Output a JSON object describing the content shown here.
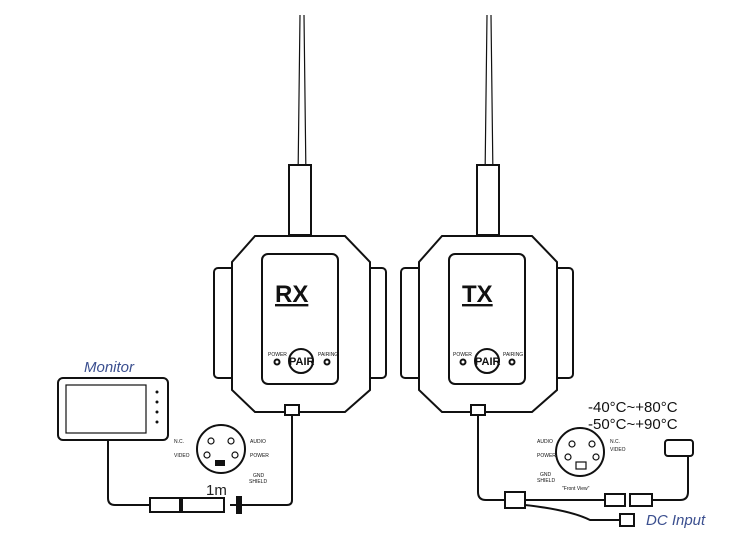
{
  "rx_unit": {
    "label": "RX",
    "pair": "PAIR",
    "power": "POWER",
    "pairing": "PAIRING"
  },
  "tx_unit": {
    "label": "TX",
    "pair": "PAIR",
    "power": "POWER",
    "pairing": "PAIRING"
  },
  "monitor_label": "Monitor",
  "cable_length": "1m",
  "dc_input_label": "DC Input",
  "rx_connector": {
    "nc": "N.C.",
    "video": "VIDEO",
    "audio": "AUDIO",
    "power": "POWER",
    "gnd": "GND",
    "shield": "SHIELD"
  },
  "tx_connector": {
    "audio": "AUDIO",
    "power": "POWER",
    "nc": "N.C.",
    "video": "VIDEO",
    "gnd": "GND",
    "shield": "SHIELD",
    "front_view": "\"Front View\""
  },
  "temperature_ranges": [
    "-40°C~+80°C",
    "-50°C~+90°C"
  ]
}
